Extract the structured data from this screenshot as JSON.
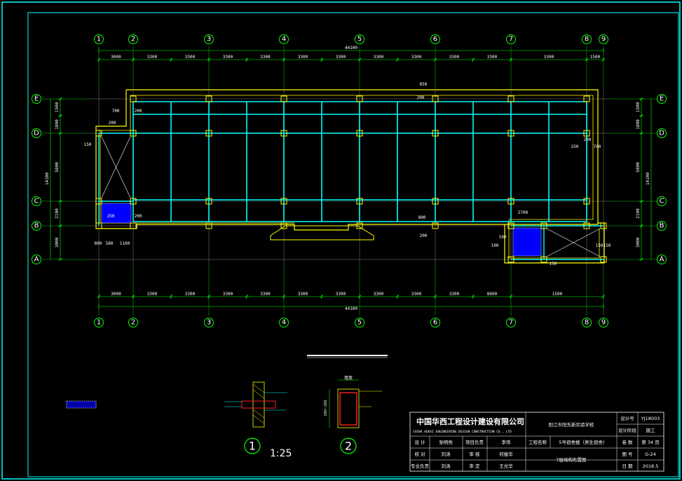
{
  "axes_horizontal": [
    "1",
    "2",
    "3",
    "4",
    "5",
    "6",
    "7",
    "8",
    "9"
  ],
  "axes_vertical": [
    "E",
    "D",
    "C",
    "B",
    "A"
  ],
  "dims_top": [
    "3000",
    "3300",
    "3300",
    "3300",
    "3300",
    "3300",
    "3300",
    "3300",
    "3300",
    "3300",
    "3300",
    "3300",
    "1500"
  ],
  "dims_bottom": [
    "3000",
    "3300",
    "3300",
    "3300",
    "3300",
    "3300",
    "3300",
    "3300",
    "3300",
    "3300",
    "8600",
    "1500"
  ],
  "overall_length": "44100",
  "dims_left": [
    "1500",
    "1800",
    "5800",
    "2100",
    "3000"
  ],
  "dims_right": [
    "1500",
    "1800",
    "5800",
    "2100",
    "3000"
  ],
  "overall_width": "14100",
  "plan_notes": [
    "700",
    "200",
    "200",
    "150",
    "250",
    "200",
    "200",
    "250",
    "700",
    "200",
    "2700",
    "100",
    "100",
    "150",
    "150",
    "800",
    "200",
    "800",
    "580",
    "1100",
    "850",
    "150"
  ],
  "detail_1": {
    "number": "1",
    "scale": "1:25"
  },
  "detail_2": {
    "number": "2",
    "width": "墙宽",
    "height": "180~200"
  },
  "title_block": {
    "company_cn": "中国华西工程设计建设有限公司",
    "company_en": "CHINA HUAXI ENGINEERING DESIGN CONSTRUCTION CO., LTD",
    "project": "阳江市阳东新实验学校",
    "drawing_no_label": "设计号",
    "drawing_no": "YJ18003",
    "stage_label": "设计阶段",
    "stage": "施工",
    "row_design": [
      "设 计",
      "张明亮",
      "项目负责",
      "李伟"
    ],
    "row_check": [
      "校 对",
      "刘涛",
      "审 核",
      "何振华"
    ],
    "row_approve": [
      "专业负责",
      "刘涛",
      "审 定",
      "王光华"
    ],
    "work_name_label": "工程名称",
    "work_name": "5号宿舍楼（男生宿舍）",
    "drawing_name": "7层结构布置图",
    "volume_label": "卷 数",
    "volume": "第 34 页",
    "sheet_label": "图 号",
    "sheet": "G-24",
    "date_label": "日 期",
    "date": "2018.5"
  },
  "colors": {
    "border": "#00ffff",
    "axis": "#00ff00",
    "wall": "#ffff00",
    "beam": "#00ffff",
    "hatch": "#0000ff",
    "grid": "#808080"
  }
}
